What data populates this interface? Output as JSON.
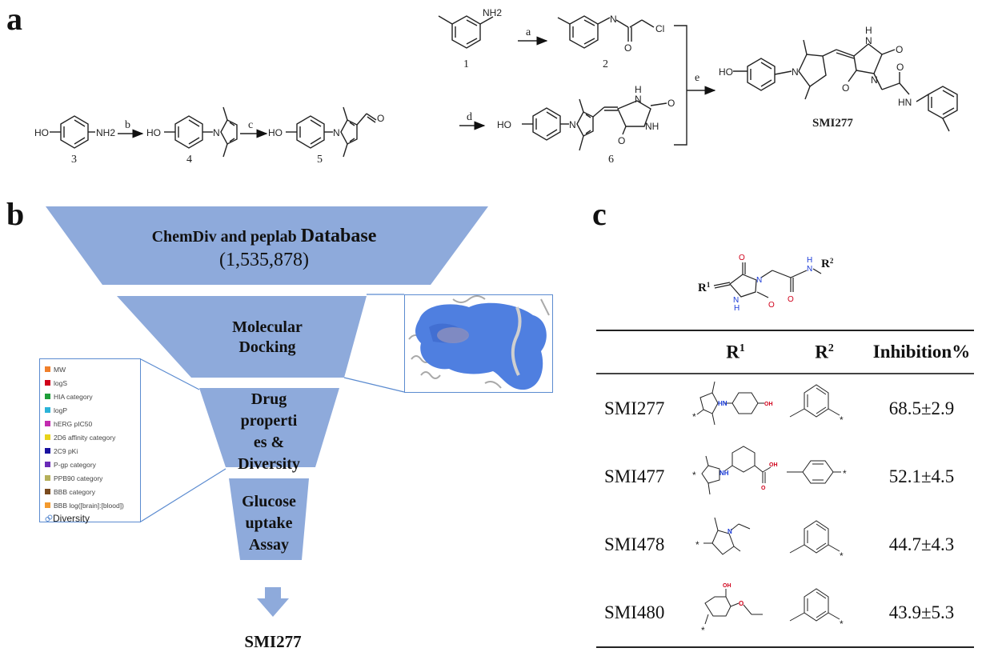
{
  "figure": {
    "panels": {
      "a": {
        "letter": "a",
        "compounds": {
          "c1": {
            "id": "1",
            "groups": [
              "NH2"
            ]
          },
          "c2": {
            "id": "2",
            "groups": [
              "N",
              "O",
              "Cl"
            ]
          },
          "c3": {
            "id": "3",
            "groups": [
              "HO",
              "NH2"
            ]
          },
          "c4": {
            "id": "4",
            "groups": [
              "HO",
              "N"
            ]
          },
          "c5": {
            "id": "5",
            "groups": [
              "HO",
              "N",
              "O"
            ]
          },
          "c6": {
            "id": "6",
            "groups": [
              "HO",
              "N",
              "H",
              "N",
              "O",
              "NH",
              "O"
            ]
          },
          "product": {
            "name": "SMI277",
            "groups": [
              "HO",
              "N",
              "H",
              "N",
              "O",
              "N",
              "O",
              "O",
              "HN"
            ]
          }
        },
        "reagents": [
          "a",
          "b",
          "c",
          "d",
          "e"
        ]
      },
      "b": {
        "letter": "b",
        "funnel_stages": [
          {
            "title": "ChemDiv and peplab",
            "title_large": "Database",
            "subtitle": "(1,535,878)"
          },
          {
            "lines": [
              "Molecular",
              "Docking"
            ]
          },
          {
            "lines": [
              "Drug",
              "properti",
              "es &",
              "Diversity"
            ]
          },
          {
            "lines": [
              "Glucose",
              "uptake",
              "Assay"
            ]
          }
        ],
        "result": "SMI277",
        "funnel_color": "#8eaadb",
        "callout_border_color": "#5b8bd0",
        "docking_image": {
          "description": "protein surface with docked ligand",
          "surface_color": "#4f7fe0"
        },
        "property_legend": [
          {
            "label": "MW",
            "color": "#f07f2b"
          },
          {
            "label": "logS",
            "color": "#d0021b"
          },
          {
            "label": "HIA category",
            "color": "#1e9e3a"
          },
          {
            "label": "logP",
            "color": "#2bb3d8"
          },
          {
            "label": "hERG pIC50",
            "color": "#c22bb0"
          },
          {
            "label": "2D6 affinity category",
            "color": "#e8d31a"
          },
          {
            "label": "2C9 pKi",
            "color": "#1a12a0"
          },
          {
            "label": "P-gp category",
            "color": "#6a2bb8"
          },
          {
            "label": "PPB90 category",
            "color": "#b5b05a"
          },
          {
            "label": "BBB category",
            "color": "#7a4a1e"
          },
          {
            "label": "BBB log([brain]:[blood])",
            "color": "#f39a2e"
          },
          {
            "label": "Diversity",
            "icon": "diversity-icon"
          }
        ]
      },
      "c": {
        "letter": "c",
        "scaffold": {
          "labels": [
            "O",
            "N",
            "H",
            "N",
            "R1",
            "N",
            "H",
            "O",
            "O",
            "R2"
          ],
          "r1": "R",
          "r1_sup": "1",
          "r2": "R",
          "r2_sup": "2"
        },
        "table": {
          "headers": {
            "name": "",
            "r1": "R",
            "r1_sup": "1",
            "r2": "R",
            "r2_sup": "2",
            "inhibition": "Inhibition%"
          },
          "rows": [
            {
              "name": "SMI277",
              "inhibition": "68.5±2.9",
              "r1_atoms": [
                "HN",
                "OH"
              ],
              "r2": "meta-tolyl"
            },
            {
              "name": "SMI477",
              "inhibition": "52.1±4.5",
              "r1_atoms": [
                "NH",
                "OH",
                "O"
              ],
              "r2": "para-tolyl"
            },
            {
              "name": "SMI478",
              "inhibition": "44.7±4.3",
              "r1_atoms": [
                "N"
              ],
              "r2": "meta-tolyl"
            },
            {
              "name": "SMI480",
              "inhibition": "43.9±5.3",
              "r1_atoms": [
                "OH",
                "O"
              ],
              "r2": "meta-tolyl"
            }
          ]
        }
      }
    }
  }
}
